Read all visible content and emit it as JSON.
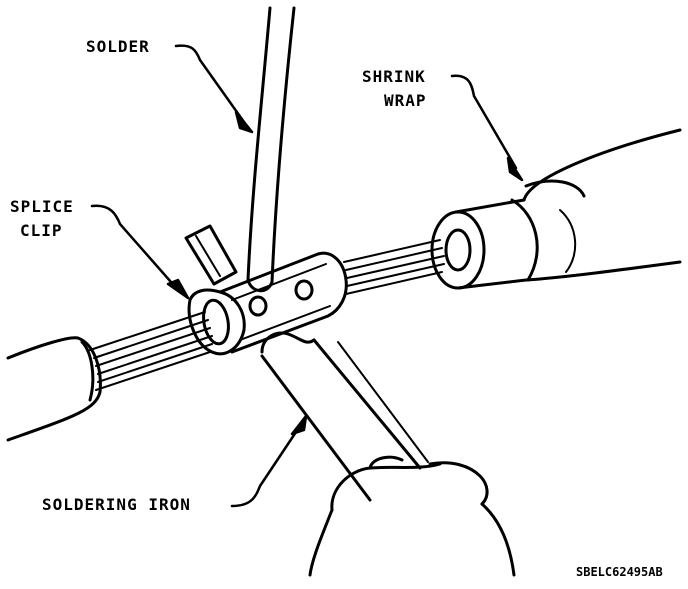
{
  "labels": {
    "solder": "SOLDER",
    "shrink_wrap_line1": "SHRINK",
    "shrink_wrap_line2": "WRAP",
    "splice_clip_line1": "SPLICE",
    "splice_clip_line2": "CLIP",
    "soldering_iron": "SOLDERING IRON"
  },
  "figure_code": "SBELC62495AB",
  "colors": {
    "ink": "#000000",
    "paper": "#ffffff"
  }
}
